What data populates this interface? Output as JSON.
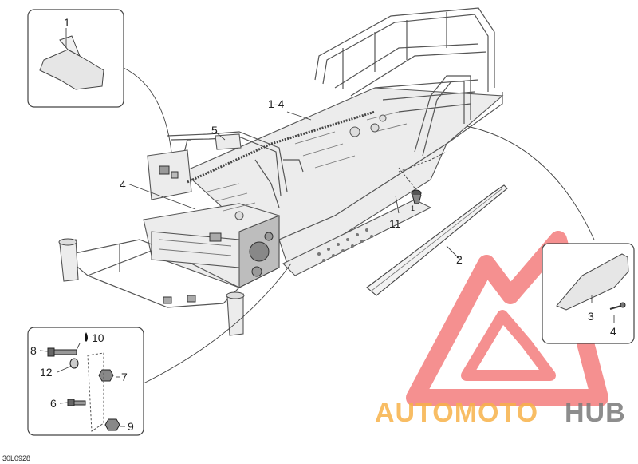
{
  "diagram": {
    "callouts": {
      "c1": "1",
      "c1_4": "1-4",
      "c5": "5",
      "c4_main": "4",
      "c11": "11",
      "c2": "2",
      "c3": "3",
      "c4_box": "4",
      "c10": "10",
      "c8": "8",
      "c12": "12",
      "c7": "7",
      "c6": "6",
      "c9": "9"
    },
    "reference_code": "30L0928",
    "small_label": "1"
  },
  "watermark": {
    "brand_part1": "AUTOMOTO",
    "brand_part2": "HUB",
    "color_red": "#f26b6b",
    "color_orange": "#f7b24a",
    "color_gray": "#7a7a7a"
  }
}
